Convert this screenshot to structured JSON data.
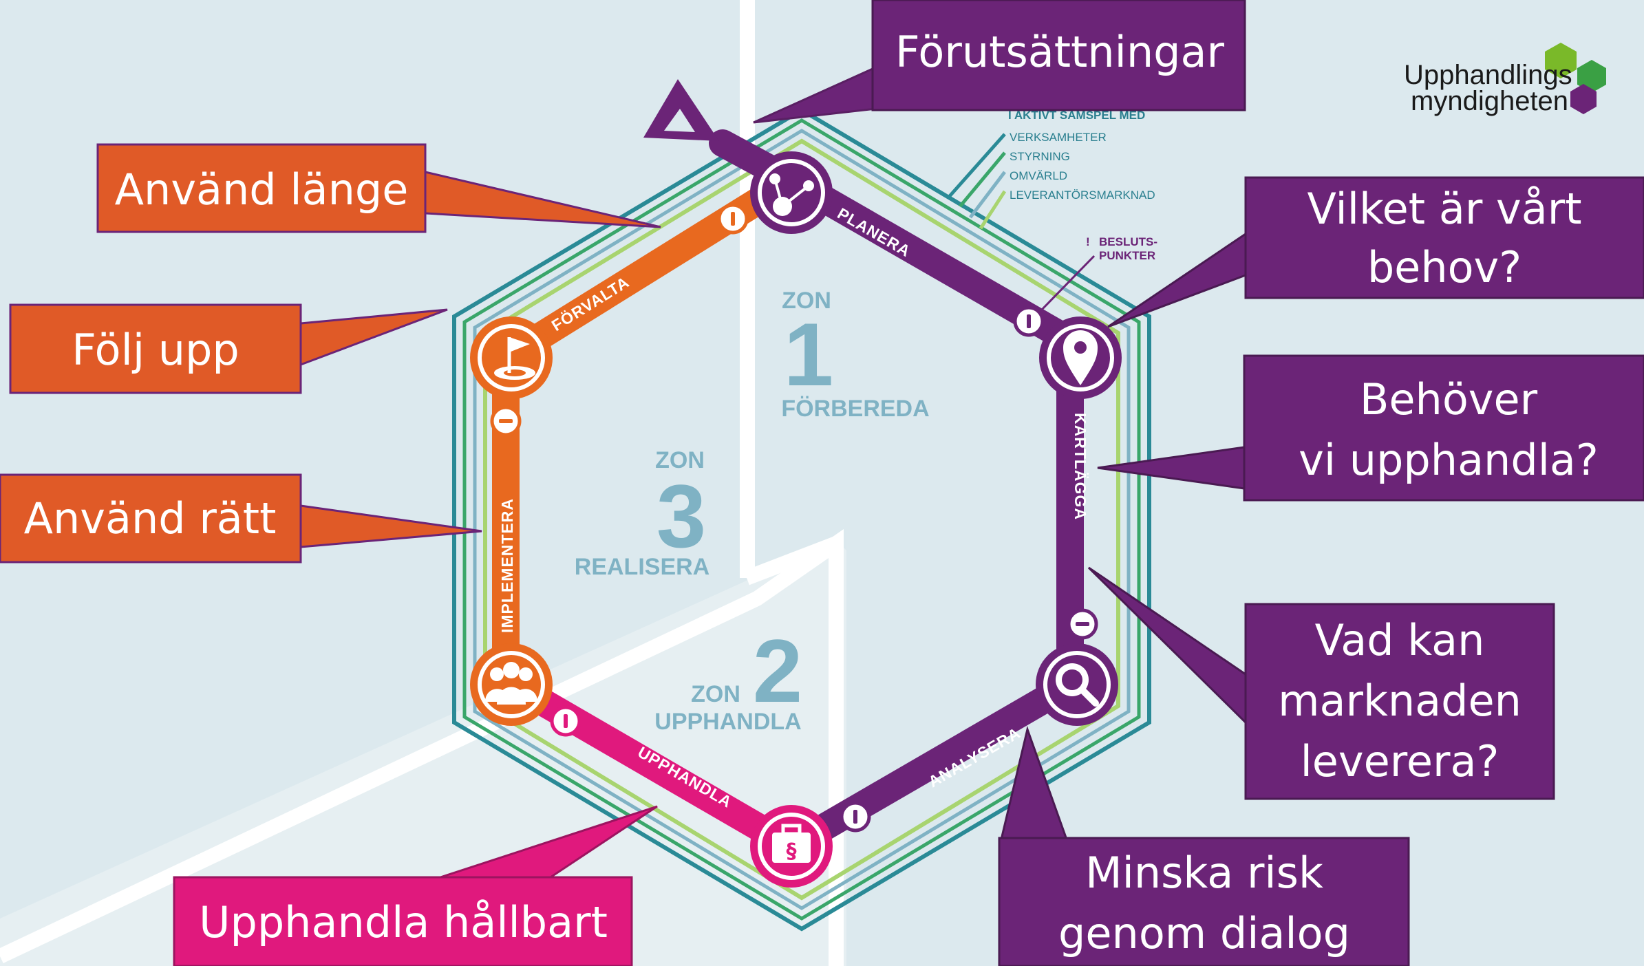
{
  "logo": {
    "line1": "Upphandlings",
    "line2": "myndigheten"
  },
  "legend": {
    "heading": "I AKTIVT SAMSPEL MED",
    "items": [
      "VERKSAMHETER",
      "STYRNING",
      "OMVÄRLD",
      "LEVERANTÖRSMARKNAD"
    ],
    "decision_points": [
      "BESLUTS-",
      "PUNKTER"
    ]
  },
  "zones": {
    "zone1": {
      "label": "ZON",
      "number": "1",
      "name": "FÖRBEREDA"
    },
    "zone2": {
      "label": "ZON",
      "number": "2",
      "name": "UPPHANDLA"
    },
    "zone3": {
      "label": "ZON",
      "number": "3",
      "name": "REALISERA"
    }
  },
  "routes": {
    "planera": "PLANERA",
    "kartlagga": "KARTLÄGGA",
    "analysera": "ANALYSERA",
    "upphandla": "UPPHANDLA",
    "implementera": "IMPLEMENTERA",
    "forvalta": "FÖRVALTA"
  },
  "callouts": {
    "forutsattningar": "Förutsättningar",
    "behov": [
      "Vilket är vårt",
      "behov?"
    ],
    "behover": [
      "Behöver",
      "vi upphandla?"
    ],
    "marknaden": [
      "Vad kan",
      "marknaden",
      "leverera?"
    ],
    "risk": [
      "Minska risk",
      "genom dialog"
    ],
    "hallbart": "Upphandla hållbart",
    "ratt": "Använd rätt",
    "folj": "Följ upp",
    "lange": "Använd länge"
  },
  "colors": {
    "purple": "#6b2477",
    "orange": "#e8691f",
    "callout_orange": "#e05a27",
    "magenta": "#e0197d",
    "teal": "#2a8a96",
    "green": "#3aa66a",
    "lightgreen": "#a8d46f",
    "background": "#dce9ee"
  }
}
